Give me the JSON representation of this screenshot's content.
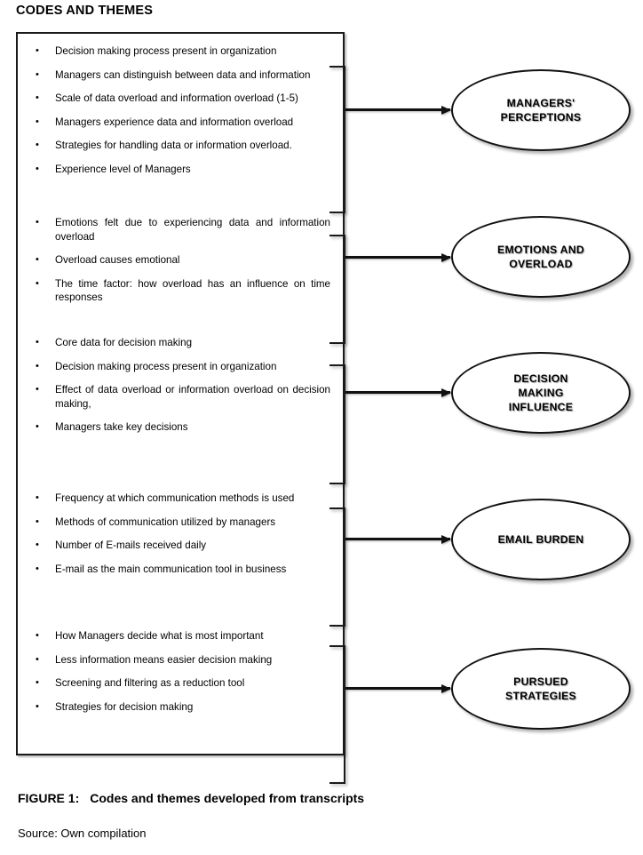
{
  "heading": "CODES AND THEMES",
  "caption": {
    "number": "FIGURE 1:",
    "text": "Codes and themes developed from transcripts",
    "source": "Source: Own compilation"
  },
  "colors": {
    "stroke": "#1a1a1a",
    "arrow": "#111111",
    "background": "#ffffff",
    "text": "#000000"
  },
  "groups": [
    {
      "theme": "MANAGERS'\nPERCEPTIONS",
      "codes": [
        "Decision making process present in organization",
        "Managers can distinguish between data and information",
        "Scale of data overload and information overload (1-5)",
        "Managers experience data and information overload",
        "Strategies for handling data or information overload.",
        "Experience level of Managers"
      ]
    },
    {
      "theme": "EMOTIONS AND\nOVERLOAD",
      "codes": [
        "Emotions felt due to experiencing data and information overload",
        "Overload causes emotional",
        "The time factor: how overload has an influence on time responses"
      ]
    },
    {
      "theme": "DECISION\nMAKING\nINFLUENCE",
      "codes": [
        "Core data for decision making",
        "Decision making process present in organization",
        "Effect of data overload or information overload on decision making,",
        "Managers take key decisions"
      ]
    },
    {
      "theme": "EMAIL BURDEN",
      "codes": [
        "Frequency at which communication methods is used",
        "Methods of communication utilized by managers",
        "Number  of E-mails received daily",
        "E-mail as the main communication tool in business"
      ]
    },
    {
      "theme": "PURSUED\nSTRATEGIES",
      "codes": [
        "How Managers decide what is most important",
        "Less information means easier decision making",
        " Screening and filtering as a reduction tool",
        "Strategies for decision making"
      ]
    }
  ]
}
